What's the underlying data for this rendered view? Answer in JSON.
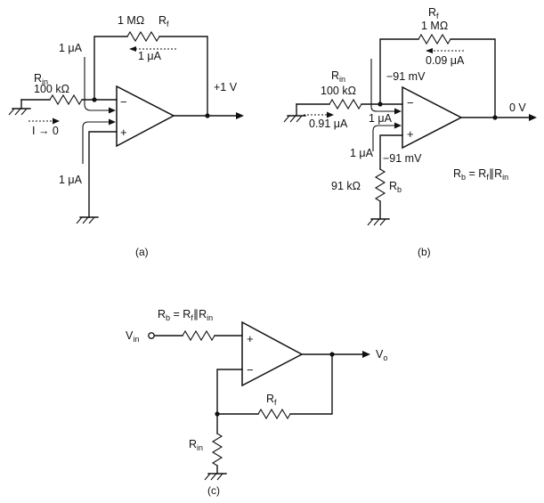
{
  "circuit_a": {
    "rf_value": "1 MΩ",
    "rf_name": "R",
    "rf_sub": "f",
    "i_feedback": "1 μA",
    "i_inverting": "1 μA",
    "rin_name": "R",
    "rin_sub": "in",
    "rin_value": "100 kΩ",
    "i_input": "I → 0",
    "i_noninverting": "1 μA",
    "output": "+1 V",
    "caption": "(a)"
  },
  "circuit_b": {
    "rf_name": "R",
    "rf_sub": "f",
    "rf_value": "1 MΩ",
    "i_feedback": "0.09 μA",
    "rin_name": "R",
    "rin_sub": "in",
    "rin_value": "100 kΩ",
    "v_inverting": "−91 mV",
    "i_input": "0.91 μA",
    "i_inverting": "1 μA",
    "i_noninverting": "1 μA",
    "v_noninverting": "−91 mV",
    "rb_value": "91 kΩ",
    "rb_name": "R",
    "rb_sub": "b",
    "output": "0 V",
    "formula_lhs": "R",
    "formula_lhs_sub": "b",
    "formula_eq": " = R",
    "formula_rf_sub": "f",
    "formula_par": "∥R",
    "formula_rin_sub": "in",
    "caption": "(b)"
  },
  "circuit_c": {
    "rb_label_name": "R",
    "rb_label_sub": "b",
    "rb_label_eq": " = R",
    "rb_label_rf_sub": "f",
    "rb_label_par": "∥R",
    "rb_label_rin_sub": "in",
    "vin_name": "V",
    "vin_sub": "in",
    "vo_name": "V",
    "vo_sub": "o",
    "rf_name": "R",
    "rf_sub": "f",
    "rin_name": "R",
    "rin_sub": "in",
    "caption": "(c)"
  },
  "opamp_signs": {
    "minus": "−",
    "plus": "+"
  }
}
